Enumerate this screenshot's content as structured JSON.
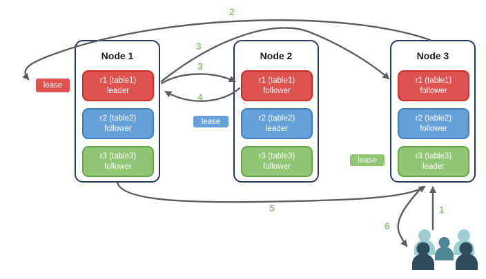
{
  "nodes": [
    {
      "title": "Node 1",
      "replicas": [
        {
          "name": "r1 (table1)",
          "role": "leader",
          "color": "red"
        },
        {
          "name": "r2 (table2)",
          "role": "follower",
          "color": "blue"
        },
        {
          "name": "r3 (table3)",
          "role": "follower",
          "color": "green"
        }
      ]
    },
    {
      "title": "Node 2",
      "replicas": [
        {
          "name": "r1 (table1)",
          "role": "follower",
          "color": "red"
        },
        {
          "name": "r2 (table2)",
          "role": "leader",
          "color": "blue"
        },
        {
          "name": "r3 (table3)",
          "role": "follower",
          "color": "green"
        }
      ]
    },
    {
      "title": "Node 3",
      "replicas": [
        {
          "name": "r1 (table1)",
          "role": "follower",
          "color": "red"
        },
        {
          "name": "r2 (table2)",
          "role": "follower",
          "color": "blue"
        },
        {
          "name": "r3 (table3)",
          "role": "leader",
          "color": "green"
        }
      ]
    }
  ],
  "leases": [
    {
      "label": "lease",
      "color": "red"
    },
    {
      "label": "lease",
      "color": "blue"
    },
    {
      "label": "lease",
      "color": "green"
    }
  ],
  "steps": {
    "s1": "1",
    "s2": "2",
    "s3a": "3",
    "s3b": "3",
    "s4": "4",
    "s5": "5",
    "s6": "6"
  },
  "icons": {
    "users": "users-group-icon"
  },
  "colors": {
    "red_fill": "#de5351",
    "red_border": "#cd2f27",
    "blue_fill": "#66a0d9",
    "blue_border": "#3f7fc1",
    "green_fill": "#90c573",
    "green_border": "#61a744",
    "node_border": "#24395e",
    "arrow": "#5d5d5d",
    "step_label": "#92c47c",
    "users_back": "#9ccfd4",
    "users_mid": "#4e8494",
    "users_front": "#2d4b5d"
  }
}
